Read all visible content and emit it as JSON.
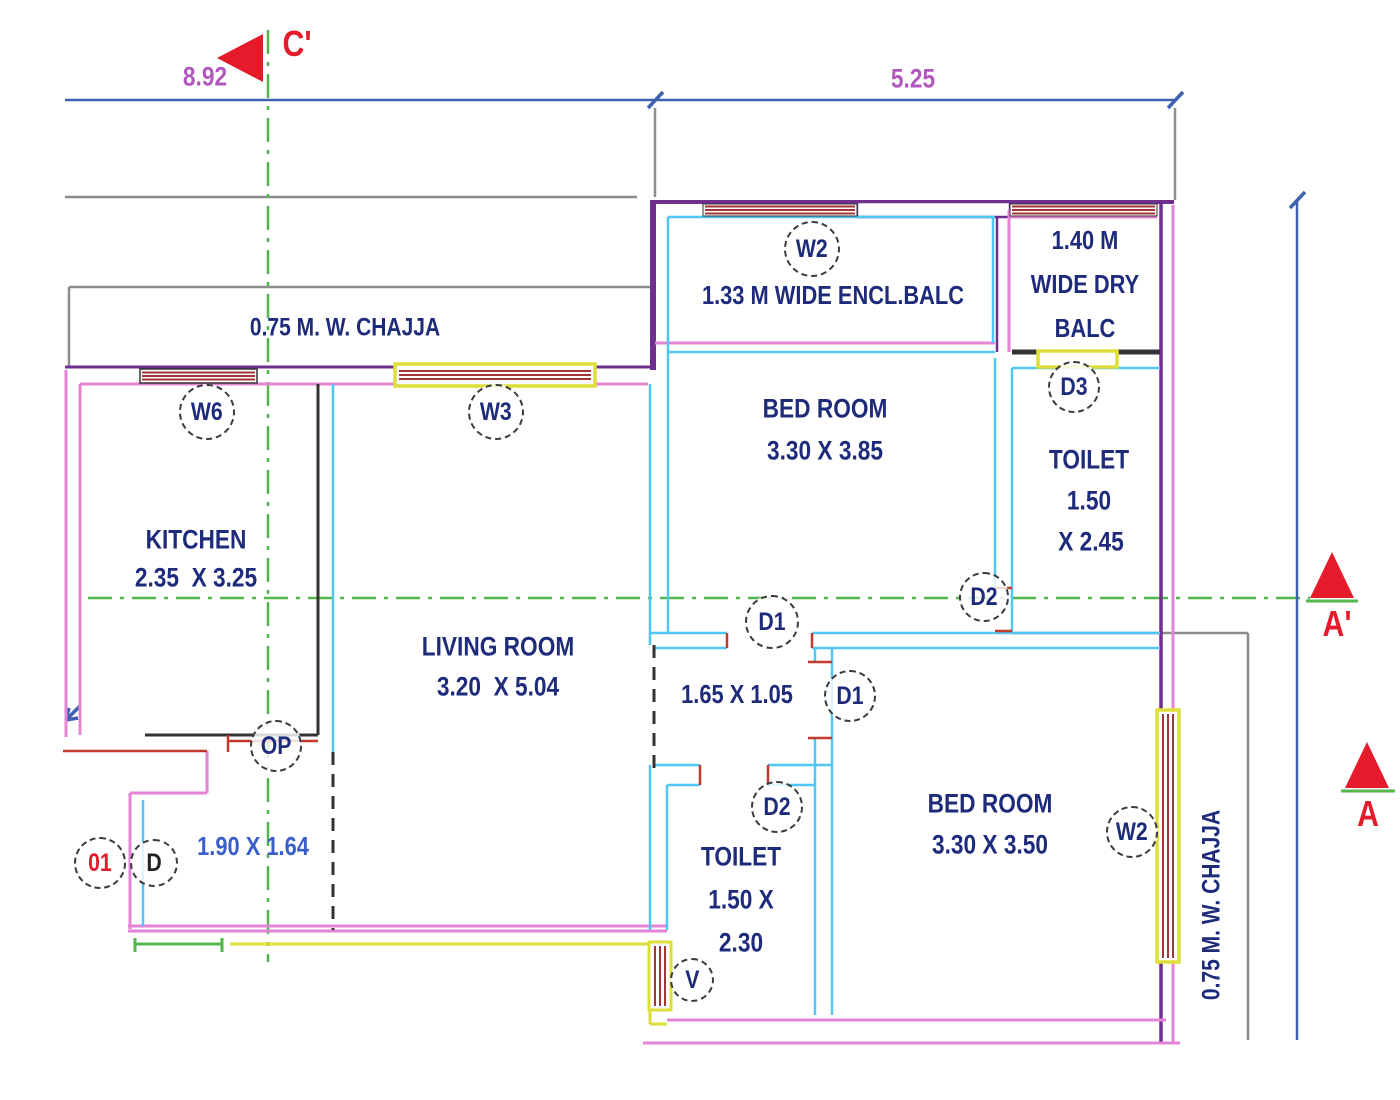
{
  "dims": {
    "top_left": "8.92",
    "top_right": "5.25"
  },
  "markers": {
    "c": "C'",
    "a_prime": "A'",
    "a": "A"
  },
  "chajja": {
    "top": "0.75 M. W. CHAJJA",
    "right": "0.75 M. W. CHAJJA"
  },
  "balcony": {
    "encl": "1.33 M WIDE ENCL.BALC",
    "dry1": "1.40 M",
    "dry2": "WIDE DRY",
    "dry3": "BALC"
  },
  "rooms": {
    "kitchen": {
      "name": "KITCHEN",
      "size": "2.35  X 3.25"
    },
    "living": {
      "name": "LIVING ROOM",
      "size": "3.20  X 5.04"
    },
    "bed1": {
      "name": "BED ROOM",
      "size": "3.30 X 3.85"
    },
    "bed2": {
      "name": "BED ROOM",
      "size": "3.30 X 3.50"
    },
    "toilet1": {
      "name": "TOILET",
      "l1": "1.50",
      "l2": "X 2.45"
    },
    "toilet2": {
      "name": "TOILET",
      "l1": "1.50 X",
      "l2": "2.30"
    },
    "passage": {
      "size": "1.65 X 1.05"
    },
    "lobby": {
      "size": "1.90 X 1.64"
    }
  },
  "tags": {
    "w6": "W6",
    "w3": "W3",
    "w2_top": "W2",
    "w2_right": "W2",
    "d1_top": "D1",
    "d1_side": "D1",
    "d2_top": "D2",
    "d2_bottom": "D2",
    "d3": "D3",
    "op": "OP",
    "v": "V",
    "d": "D",
    "o1": "01"
  },
  "colors": {
    "wall_purple": "#6e2f8e",
    "wall_pink": "#e583d6",
    "inner_cyan": "#4fc7f2",
    "dim_blue": "#3f62b0",
    "dim_purple": "#b158bc",
    "centerline_green": "#52b84d",
    "marker_red": "#e51a2b",
    "window_hatch_red": "#a03636",
    "window_yellow": "#dede38",
    "door_jamb_red": "#c0392b",
    "text_navy": "#1e2b7a",
    "outline_gray": "#8c8c8c"
  }
}
